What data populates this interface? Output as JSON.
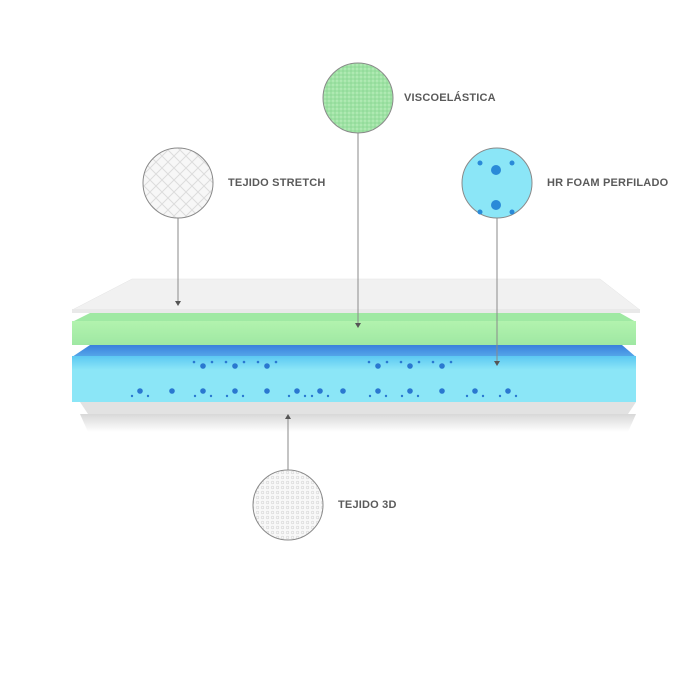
{
  "layers": [
    {
      "id": "tejido-stretch",
      "label": "TEJIDO STRETCH",
      "swatch_color": "#f4f4f4"
    },
    {
      "id": "viscoelastica",
      "label": "VISCOELÁSTICA",
      "swatch_color": "#9fe3a6"
    },
    {
      "id": "hr-foam",
      "label": "HR FOAM PERFILADO",
      "swatch_color": "#8be6f7"
    },
    {
      "id": "tejido-3d",
      "label": "TEJIDO 3D",
      "swatch_color": "#f2f2f2"
    }
  ],
  "colors": {
    "green": "#aef5ab",
    "green_dark": "#8fe08f",
    "blue": "#86e6f8",
    "blue_dark": "#3d8ee0",
    "hole": "#2a78d0",
    "line": "#8a8a8a"
  }
}
